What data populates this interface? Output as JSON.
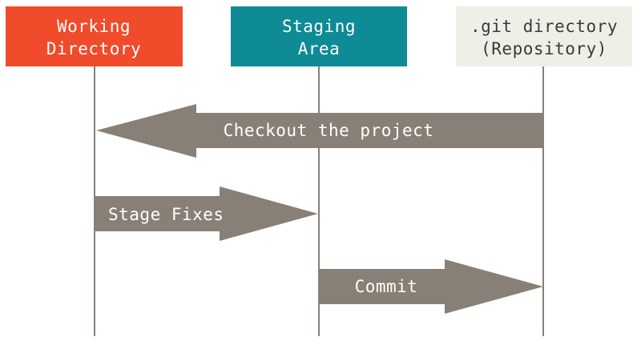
{
  "colors": {
    "working_directory": "#f04b2b",
    "staging_area": "#0e8b94",
    "repository": "#efefe8",
    "arrow": "#888077",
    "lifeline": "#888077",
    "text_light": "#ffffff",
    "text_dark": "#3a3a3a"
  },
  "lanes": [
    {
      "id": "working",
      "line1": "Working",
      "line2": "Directory"
    },
    {
      "id": "staging",
      "line1": "Staging",
      "line2": "Area"
    },
    {
      "id": "repo",
      "line1": ".git directory",
      "line2": "(Repository)"
    }
  ],
  "arrows": [
    {
      "id": "checkout",
      "label": "Checkout the project",
      "from": "repo",
      "to": "working"
    },
    {
      "id": "stage",
      "label": "Stage Fixes",
      "from": "working",
      "to": "staging"
    },
    {
      "id": "commit",
      "label": "Commit",
      "from": "staging",
      "to": "repo"
    }
  ]
}
